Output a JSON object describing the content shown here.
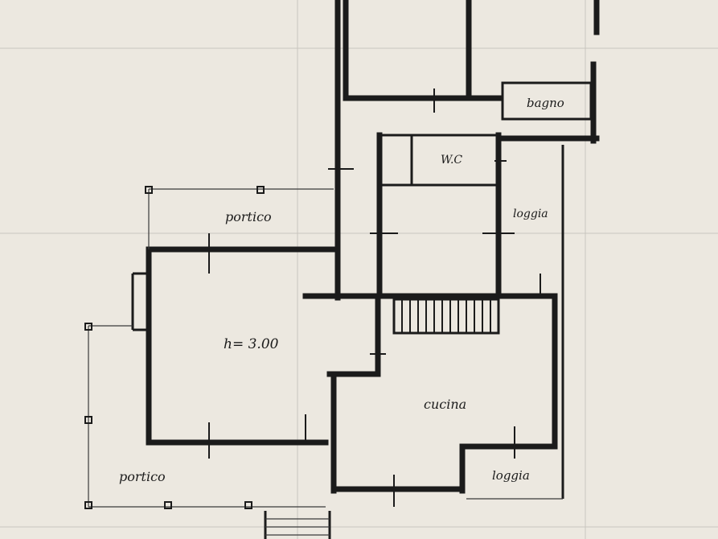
{
  "rooms": {
    "bagno": "bagno",
    "wc": "W.C",
    "loggia_upper": "loggia",
    "portico_upper": "portico",
    "living_height": "h= 3.00",
    "cucina": "cucina",
    "portico_lower": "portico",
    "loggia_lower": "loggia"
  },
  "colors": {
    "paper": "#ece8e0",
    "ink": "#1b1b1b",
    "grid": "#c9c6bf"
  }
}
